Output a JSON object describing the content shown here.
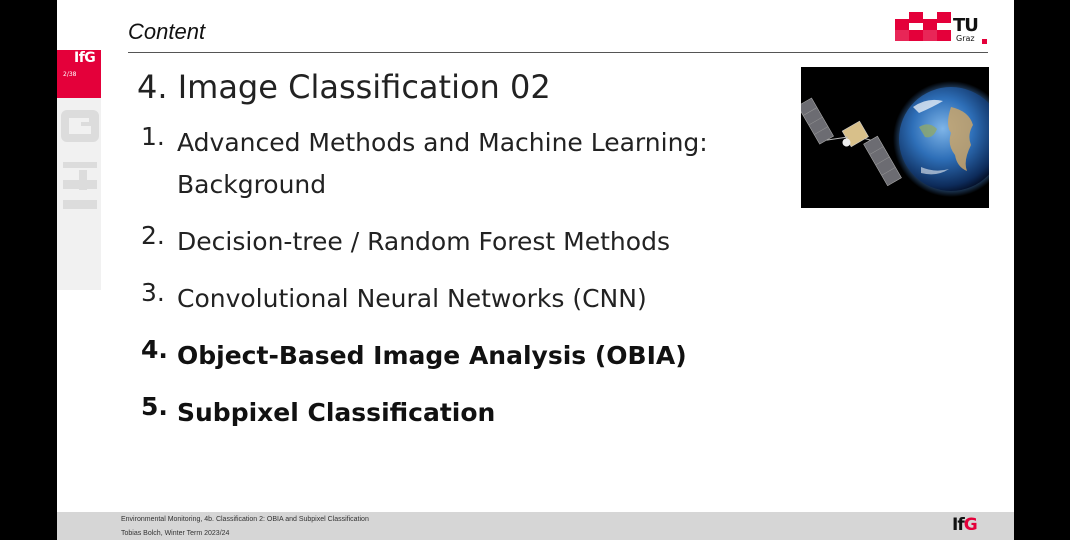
{
  "header": {
    "title": "Content",
    "logo_main": "TU",
    "logo_sub": "Graz"
  },
  "sidebar": {
    "logo_label": "IfG",
    "page_number": "2/38",
    "accent_color": "#e4003a"
  },
  "main": {
    "section_title": "4. Image Classification 02",
    "items": [
      {
        "num": "1.",
        "text": "Advanced Methods and Machine Learning: Background"
      },
      {
        "num": "2.",
        "text": "Decision-tree / Random Forest Methods"
      },
      {
        "num": "3.",
        "text": "Convolutional Neural Networks (CNN)"
      },
      {
        "num": "4.",
        "text": "Object-Based Image Analysis (OBIA)"
      },
      {
        "num": "5.",
        "text": "Subpixel Classification"
      }
    ]
  },
  "image": {
    "icon": "satellite-earth-photo"
  },
  "footer": {
    "line1": "Environmental Monitoring, 4b. Classification 2: OBIA and Subpixel Classification",
    "line2": "Tobias Bolch, Winter Term 2023/24",
    "logo_prefix": "If",
    "logo_suffix": "G"
  }
}
